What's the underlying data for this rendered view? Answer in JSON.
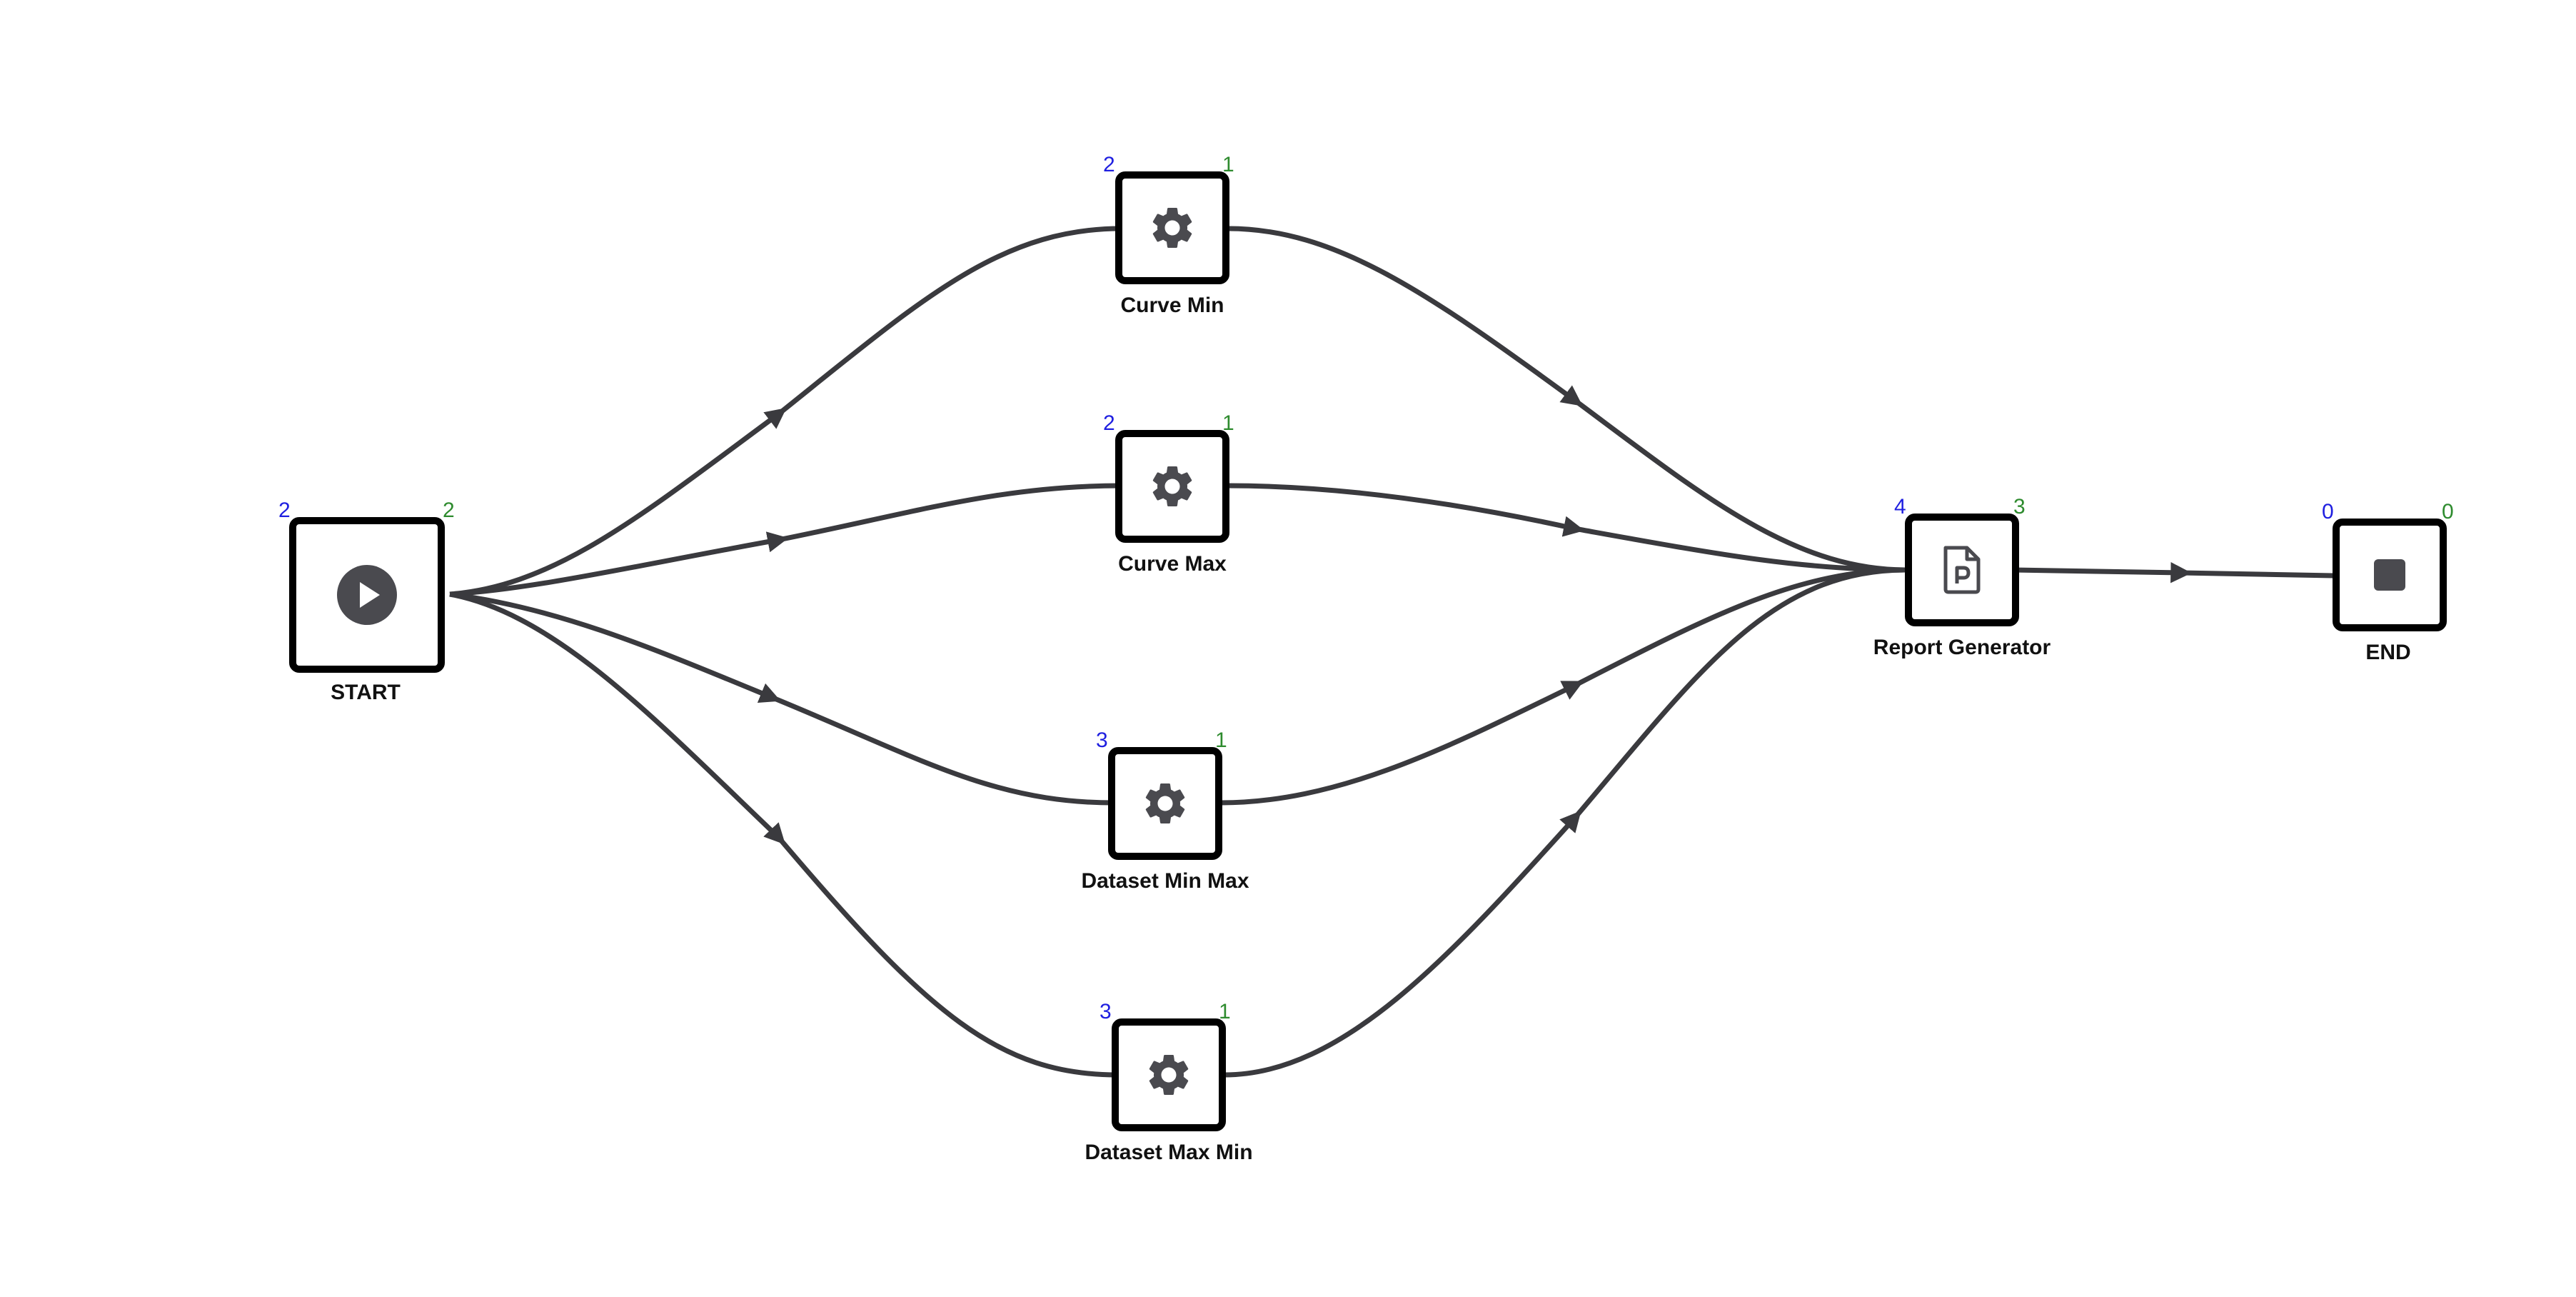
{
  "colors": {
    "edge": "#3a3a3e",
    "node_border": "#000000",
    "icon": "#4a4a4f",
    "in_count": "#1f1fe0",
    "out_count": "#2e8b2e"
  },
  "nodes": {
    "start": {
      "label": "START",
      "icon": "play-icon",
      "in_count": "2",
      "out_count": "2"
    },
    "curve_min": {
      "label": "Curve Min",
      "icon": "gear-icon",
      "in_count": "2",
      "out_count": "1"
    },
    "curve_max": {
      "label": "Curve Max",
      "icon": "gear-icon",
      "in_count": "2",
      "out_count": "1"
    },
    "dataset_min_max": {
      "label": "Dataset Min Max",
      "icon": "gear-icon",
      "in_count": "3",
      "out_count": "1"
    },
    "dataset_max_min": {
      "label": "Dataset Max Min",
      "icon": "gear-icon",
      "in_count": "3",
      "out_count": "1"
    },
    "report_generator": {
      "label": "Report Generator",
      "icon": "report-file-icon",
      "in_count": "4",
      "out_count": "3"
    },
    "end": {
      "label": "END",
      "icon": "stop-icon",
      "in_count": "0",
      "out_count": "0"
    }
  },
  "edges": [
    {
      "from": "START",
      "to": "Curve Min"
    },
    {
      "from": "START",
      "to": "Curve Max"
    },
    {
      "from": "START",
      "to": "Dataset Min Max"
    },
    {
      "from": "START",
      "to": "Dataset Max Min"
    },
    {
      "from": "Curve Min",
      "to": "Report Generator"
    },
    {
      "from": "Curve Max",
      "to": "Report Generator"
    },
    {
      "from": "Dataset Min Max",
      "to": "Report Generator"
    },
    {
      "from": "Dataset Max Min",
      "to": "Report Generator"
    },
    {
      "from": "Report Generator",
      "to": "END"
    }
  ]
}
